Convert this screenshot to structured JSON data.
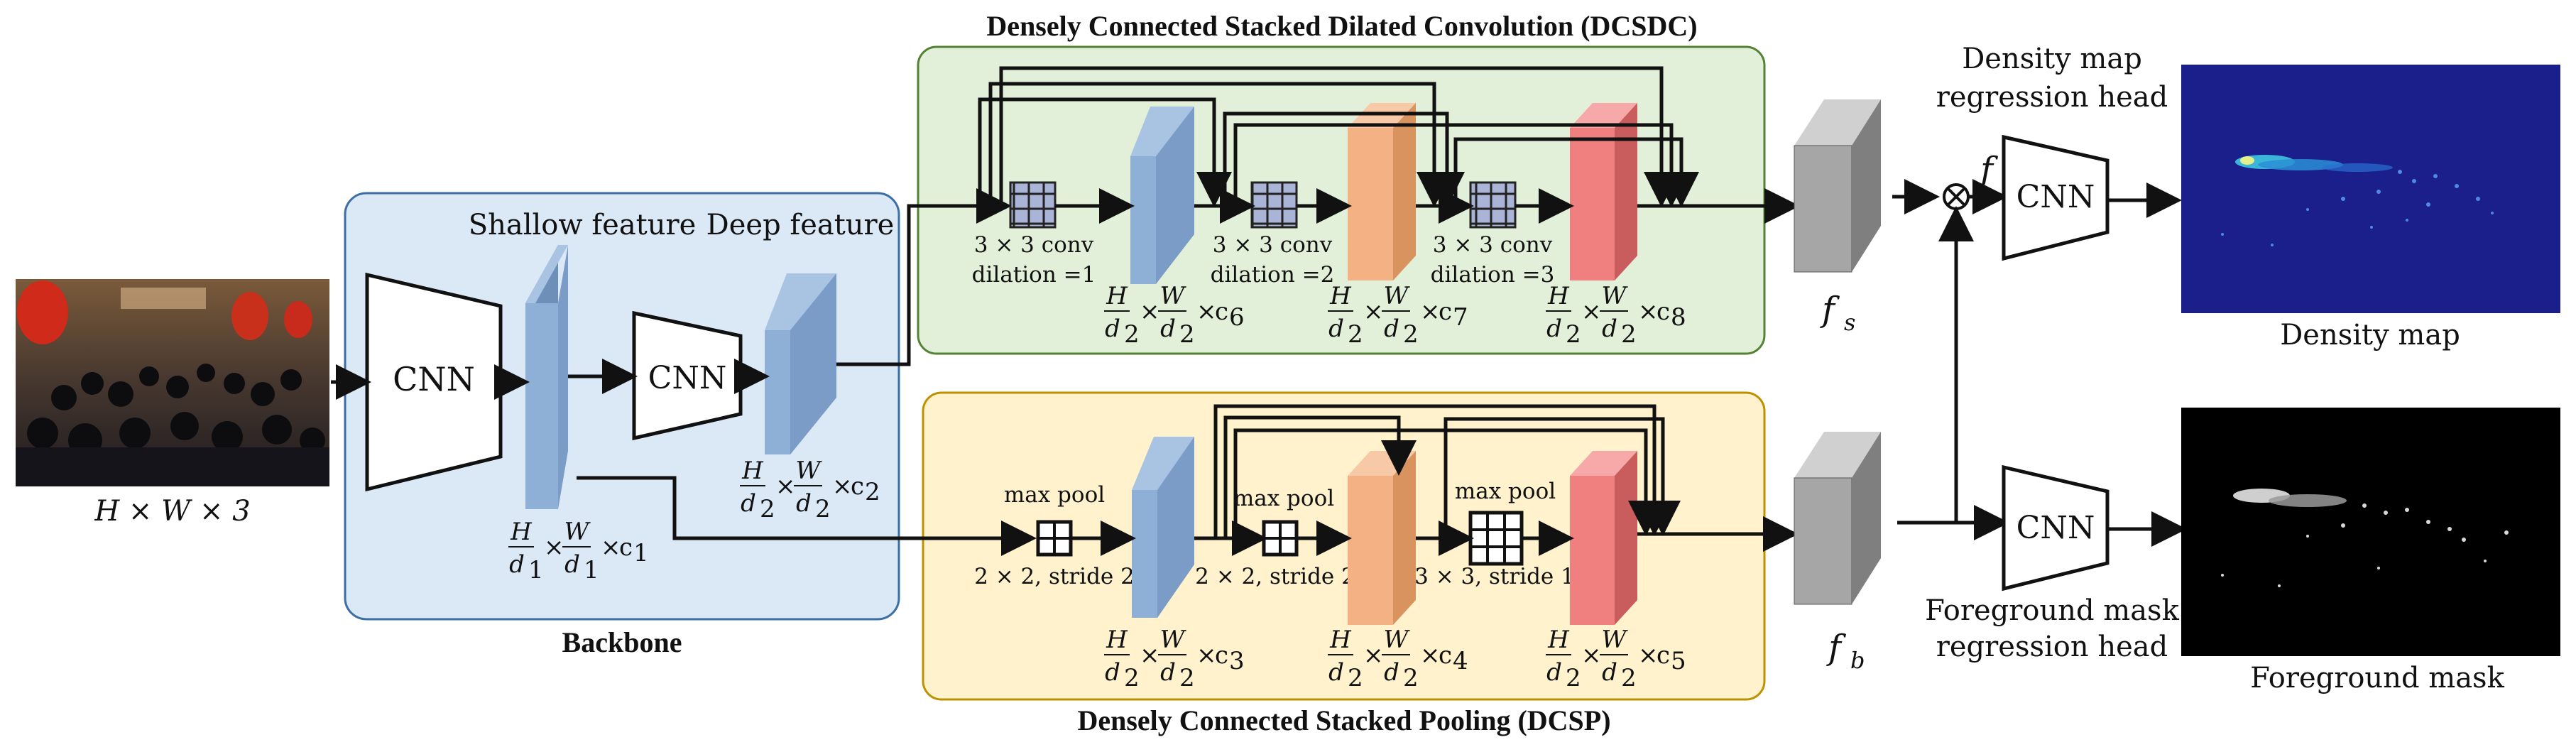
{
  "titles": {
    "dcsdc": "Densely Connected Stacked Dilated Convolution (DCSDC)",
    "dcsp": "Densely Connected Stacked Pooling (DCSP)",
    "backbone": "Backbone"
  },
  "input": {
    "size_label": "H × W × 3"
  },
  "backbone": {
    "cnn1": "CNN",
    "cnn2": "CNN",
    "shallow_label": "Shallow feature",
    "deep_label": "Deep feature",
    "dim_shallow": {
      "num": "H",
      "den": "d",
      "sub": "1",
      "num2": "W",
      "sub2": "1",
      "c": "c",
      "csub": "1"
    },
    "dim_deep": {
      "num": "H",
      "den": "d",
      "sub": "2",
      "num2": "W",
      "sub2": "2",
      "c": "c",
      "csub": "2"
    }
  },
  "dcsdc": {
    "ops": [
      {
        "line1": "3 × 3 conv",
        "line2": "dilation =1"
      },
      {
        "line1": "3 × 3 conv",
        "line2": "dilation =2"
      },
      {
        "line1": "3 × 3 conv",
        "line2": "dilation =3"
      }
    ],
    "dims": [
      "6",
      "7",
      "8"
    ]
  },
  "dcsp": {
    "ops": [
      {
        "line1": "max pool",
        "line2": "2 × 2, stride 2"
      },
      {
        "line1": "max pool",
        "line2": "2 × 2, stride 2"
      },
      {
        "line1": "max pool",
        "line2": "3 × 3, stride 1"
      }
    ],
    "dims": [
      "3",
      "4",
      "5"
    ]
  },
  "features": {
    "fs": "f",
    "fs_sub": "s",
    "fb": "f",
    "fb_sub": "b",
    "f": "f"
  },
  "heads": {
    "density_head_line1": "Density map",
    "density_head_line2": "regression head",
    "mask_head_line1": "Foreground mask",
    "mask_head_line2": "regression head",
    "cnn_top": "CNN",
    "cnn_bottom": "CNN"
  },
  "outputs": {
    "density_label": "Density map",
    "mask_label": "Foreground mask"
  },
  "colors": {
    "backbone_bg": "#dbe8f6",
    "backbone_border": "#3a6ea5",
    "dcsdc_bg": "#e2f0d9",
    "dcsdc_border": "#548235",
    "dcsp_bg": "#fff2cc",
    "dcsp_border": "#bf9000",
    "blue_feature": "#8eafd6",
    "orange_feature": "#f4b183",
    "red_feature": "#f08080"
  }
}
